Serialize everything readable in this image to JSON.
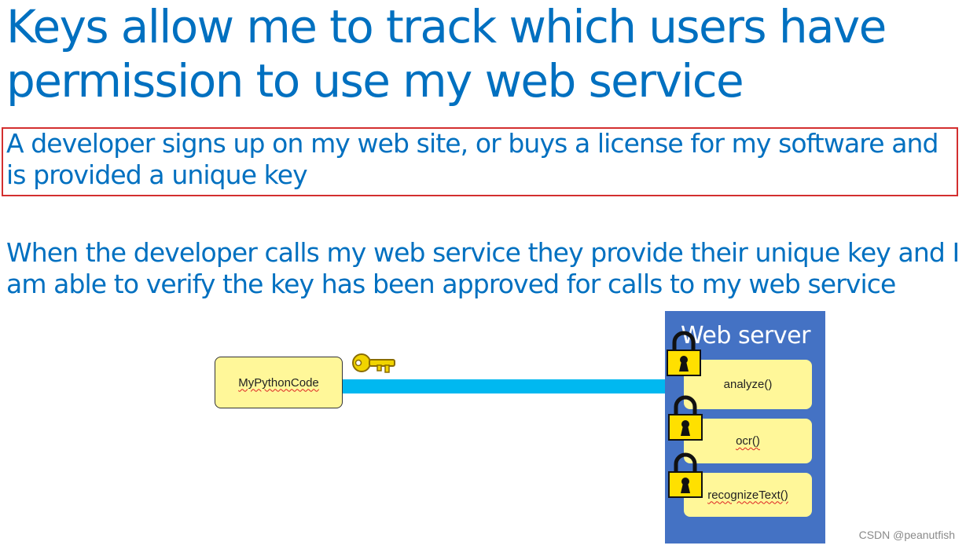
{
  "slide": {
    "title": "Keys allow me to track which users have permission to use my web service",
    "paragraph_1": "A developer signs up on my web site, or buys a license for my software and is provided a unique key",
    "paragraph_2": "When the developer calls my web service they provide their unique key and I am able to verify the key has been approved for calls to my web service"
  },
  "diagram": {
    "client_label": "MyPythonCode",
    "server_title": "Web server",
    "methods": [
      "analyze()",
      "ocr()",
      "recognizeText()"
    ],
    "icons": {
      "key": "key-icon",
      "lock": "padlock-icon"
    },
    "colors": {
      "server_background": "#4472c4",
      "box_fill": "#fff799",
      "arrow": "#00b8f0",
      "lock_fill": "#ffe000",
      "key_fill": "#f1d400",
      "highlight_border": "#d32f2f",
      "text_blue": "#0070c0"
    }
  },
  "watermark": "CSDN @peanutfish"
}
